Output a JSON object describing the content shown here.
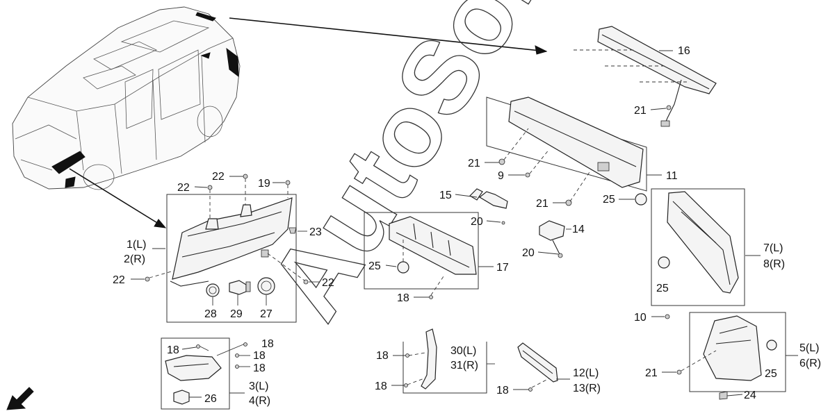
{
  "watermark": "AutoSoft",
  "callouts": {
    "c1": "1(L)",
    "c2": "2(R)",
    "c3": "3(L)",
    "c4": "4(R)",
    "c5": "5(L)",
    "c6": "6(R)",
    "c7": "7(L)",
    "c8": "8(R)",
    "c9": "9",
    "c10": "10",
    "c11": "11",
    "c12": "12(L)",
    "c13": "13(R)",
    "c14": "14",
    "c15": "15",
    "c16": "16",
    "c17": "17",
    "c18": "18",
    "c19": "19",
    "c20": "20",
    "c21": "21",
    "c22": "22",
    "c23": "23",
    "c24": "24",
    "c25": "25",
    "c26": "26",
    "c27": "27",
    "c28": "28",
    "c29": "29",
    "c30": "30(L)",
    "c31": "31(R)"
  }
}
